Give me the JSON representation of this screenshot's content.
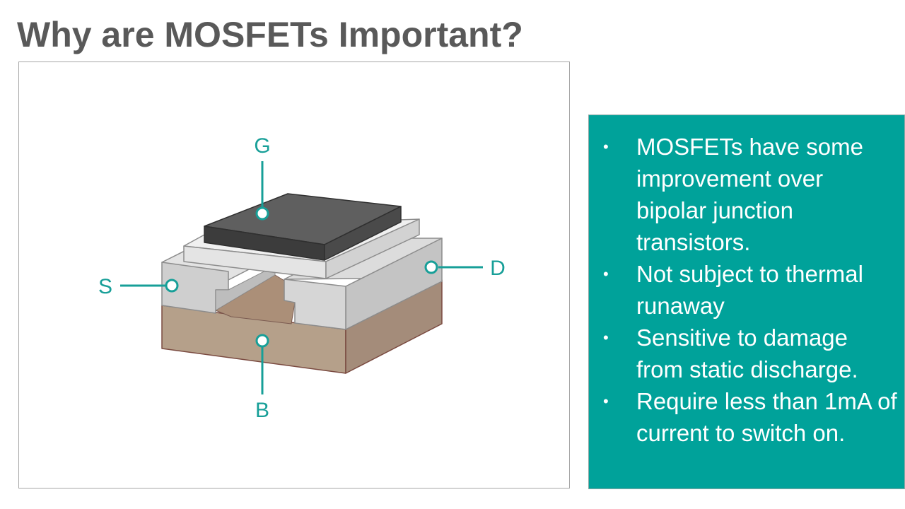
{
  "slide": {
    "title": "Why are MOSFETs Important?"
  },
  "diagram": {
    "terminals": {
      "gate": "G",
      "source": "S",
      "drain": "D",
      "body": "B"
    },
    "colors": {
      "label_teal": "#179f98",
      "gate_metal": "#5f5f5f",
      "oxide": "#e6e6e6",
      "source_drain": "#d0d0d0",
      "substrate": "#b5a08a"
    }
  },
  "info_panel": {
    "background_color": "#00a29a",
    "text_color": "#ffffff",
    "bullet_glyph": "•",
    "bullets": [
      "MOSFETs have some improvement over bipolar junction transistors.",
      "Not subject to thermal runaway",
      "Sensitive to damage from static discharge.",
      "Require less than 1mA of current to switch on."
    ]
  }
}
